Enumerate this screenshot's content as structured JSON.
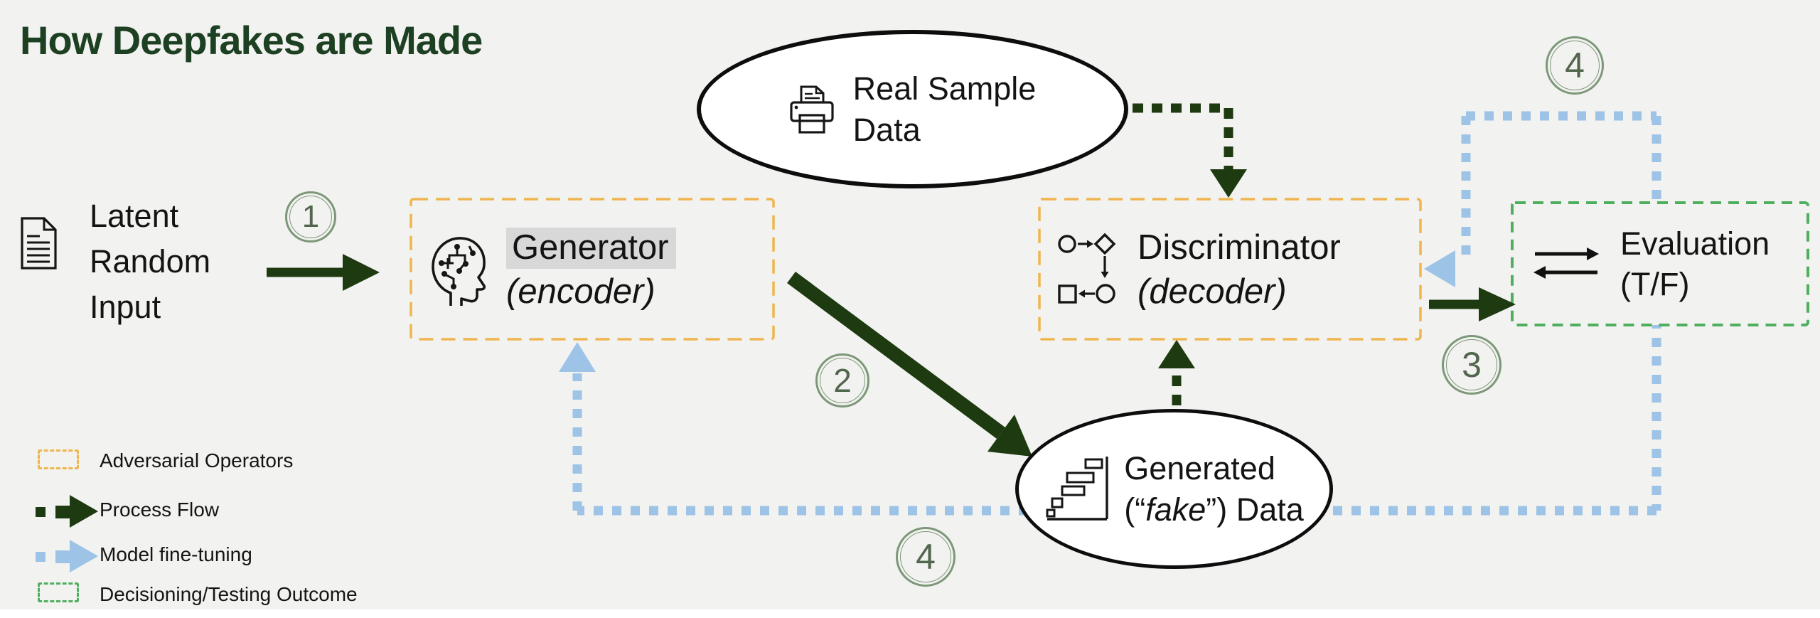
{
  "title": "How Deepfakes are Made",
  "colors": {
    "background": "#F2F2F0",
    "title_green": "#1D4023",
    "process_green": "#1E3A10",
    "adversarial_orange": "#EFB54F",
    "outcome_green": "#4FAF5F",
    "finetune_blue": "#9DC3E6",
    "highlight_gray": "#D8D8D8",
    "node_black": "#0D0D0D",
    "step_ring": "#7D9779",
    "step_text": "#52664E"
  },
  "nodes": {
    "latent": {
      "lines": [
        "Latent",
        "Random",
        "Input"
      ]
    },
    "generator": {
      "name": "Generator",
      "subtitle": "(encoder)"
    },
    "real_sample": {
      "lines": [
        "Real Sample",
        "Data"
      ]
    },
    "discriminator": {
      "name": "Discriminator",
      "subtitle": "(decoder)"
    },
    "generated": {
      "line1": "Generated",
      "fake_pre": "(“",
      "fake_word": "fake",
      "fake_post": "”) Data"
    },
    "evaluation": {
      "line1": "Evaluation",
      "line2": "(T/F)"
    }
  },
  "steps": {
    "one": "1",
    "two": "2",
    "three": "3",
    "four_top": "4",
    "four_bottom": "4"
  },
  "legend": {
    "adversarial": "Adversarial Operators",
    "process": "Process Flow",
    "finetune": "Model fine-tuning",
    "outcome": "Decisioning/Testing Outcome"
  }
}
